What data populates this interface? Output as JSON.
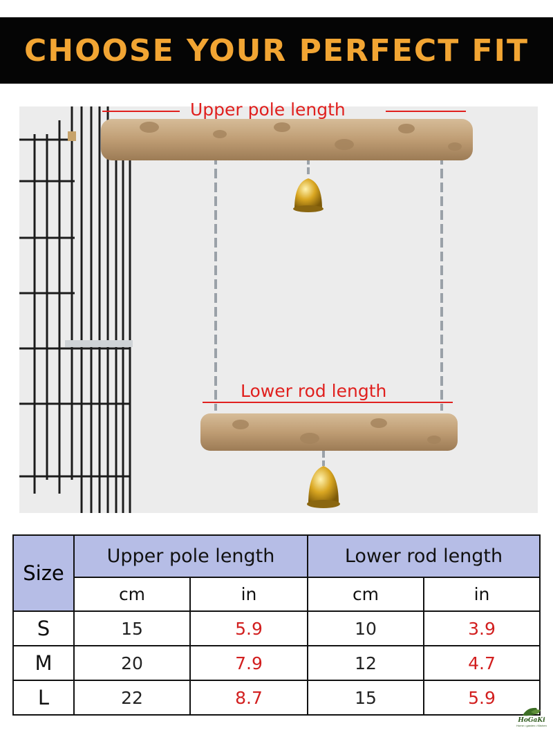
{
  "banner": {
    "title": "CHOOSE YOUR PERFECT FIT"
  },
  "photo": {
    "upper_label": "Upper pole length",
    "lower_label": "Lower rod length"
  },
  "table": {
    "size_header": "Size",
    "group_headers": [
      "Upper pole length",
      "Lower rod length"
    ],
    "units": [
      "cm",
      "in",
      "cm",
      "in"
    ],
    "rows": [
      {
        "size": "S",
        "upper_cm": "15",
        "upper_in": "5.9",
        "lower_cm": "10",
        "lower_in": "3.9"
      },
      {
        "size": "M",
        "upper_cm": "20",
        "upper_in": "7.9",
        "lower_cm": "12",
        "lower_in": "4.7"
      },
      {
        "size": "L",
        "upper_cm": "22",
        "upper_in": "8.7",
        "lower_cm": "15",
        "lower_in": "5.9"
      }
    ]
  },
  "brand": {
    "name": "HoGaKi",
    "tagline": "Home • garden • Kitchen"
  },
  "colors": {
    "banner_bg": "#050505",
    "banner_text": "#f2a533",
    "label_red": "#e0201e",
    "header_fill": "#b6bde6",
    "inch_value_red": "#d21f1f"
  }
}
